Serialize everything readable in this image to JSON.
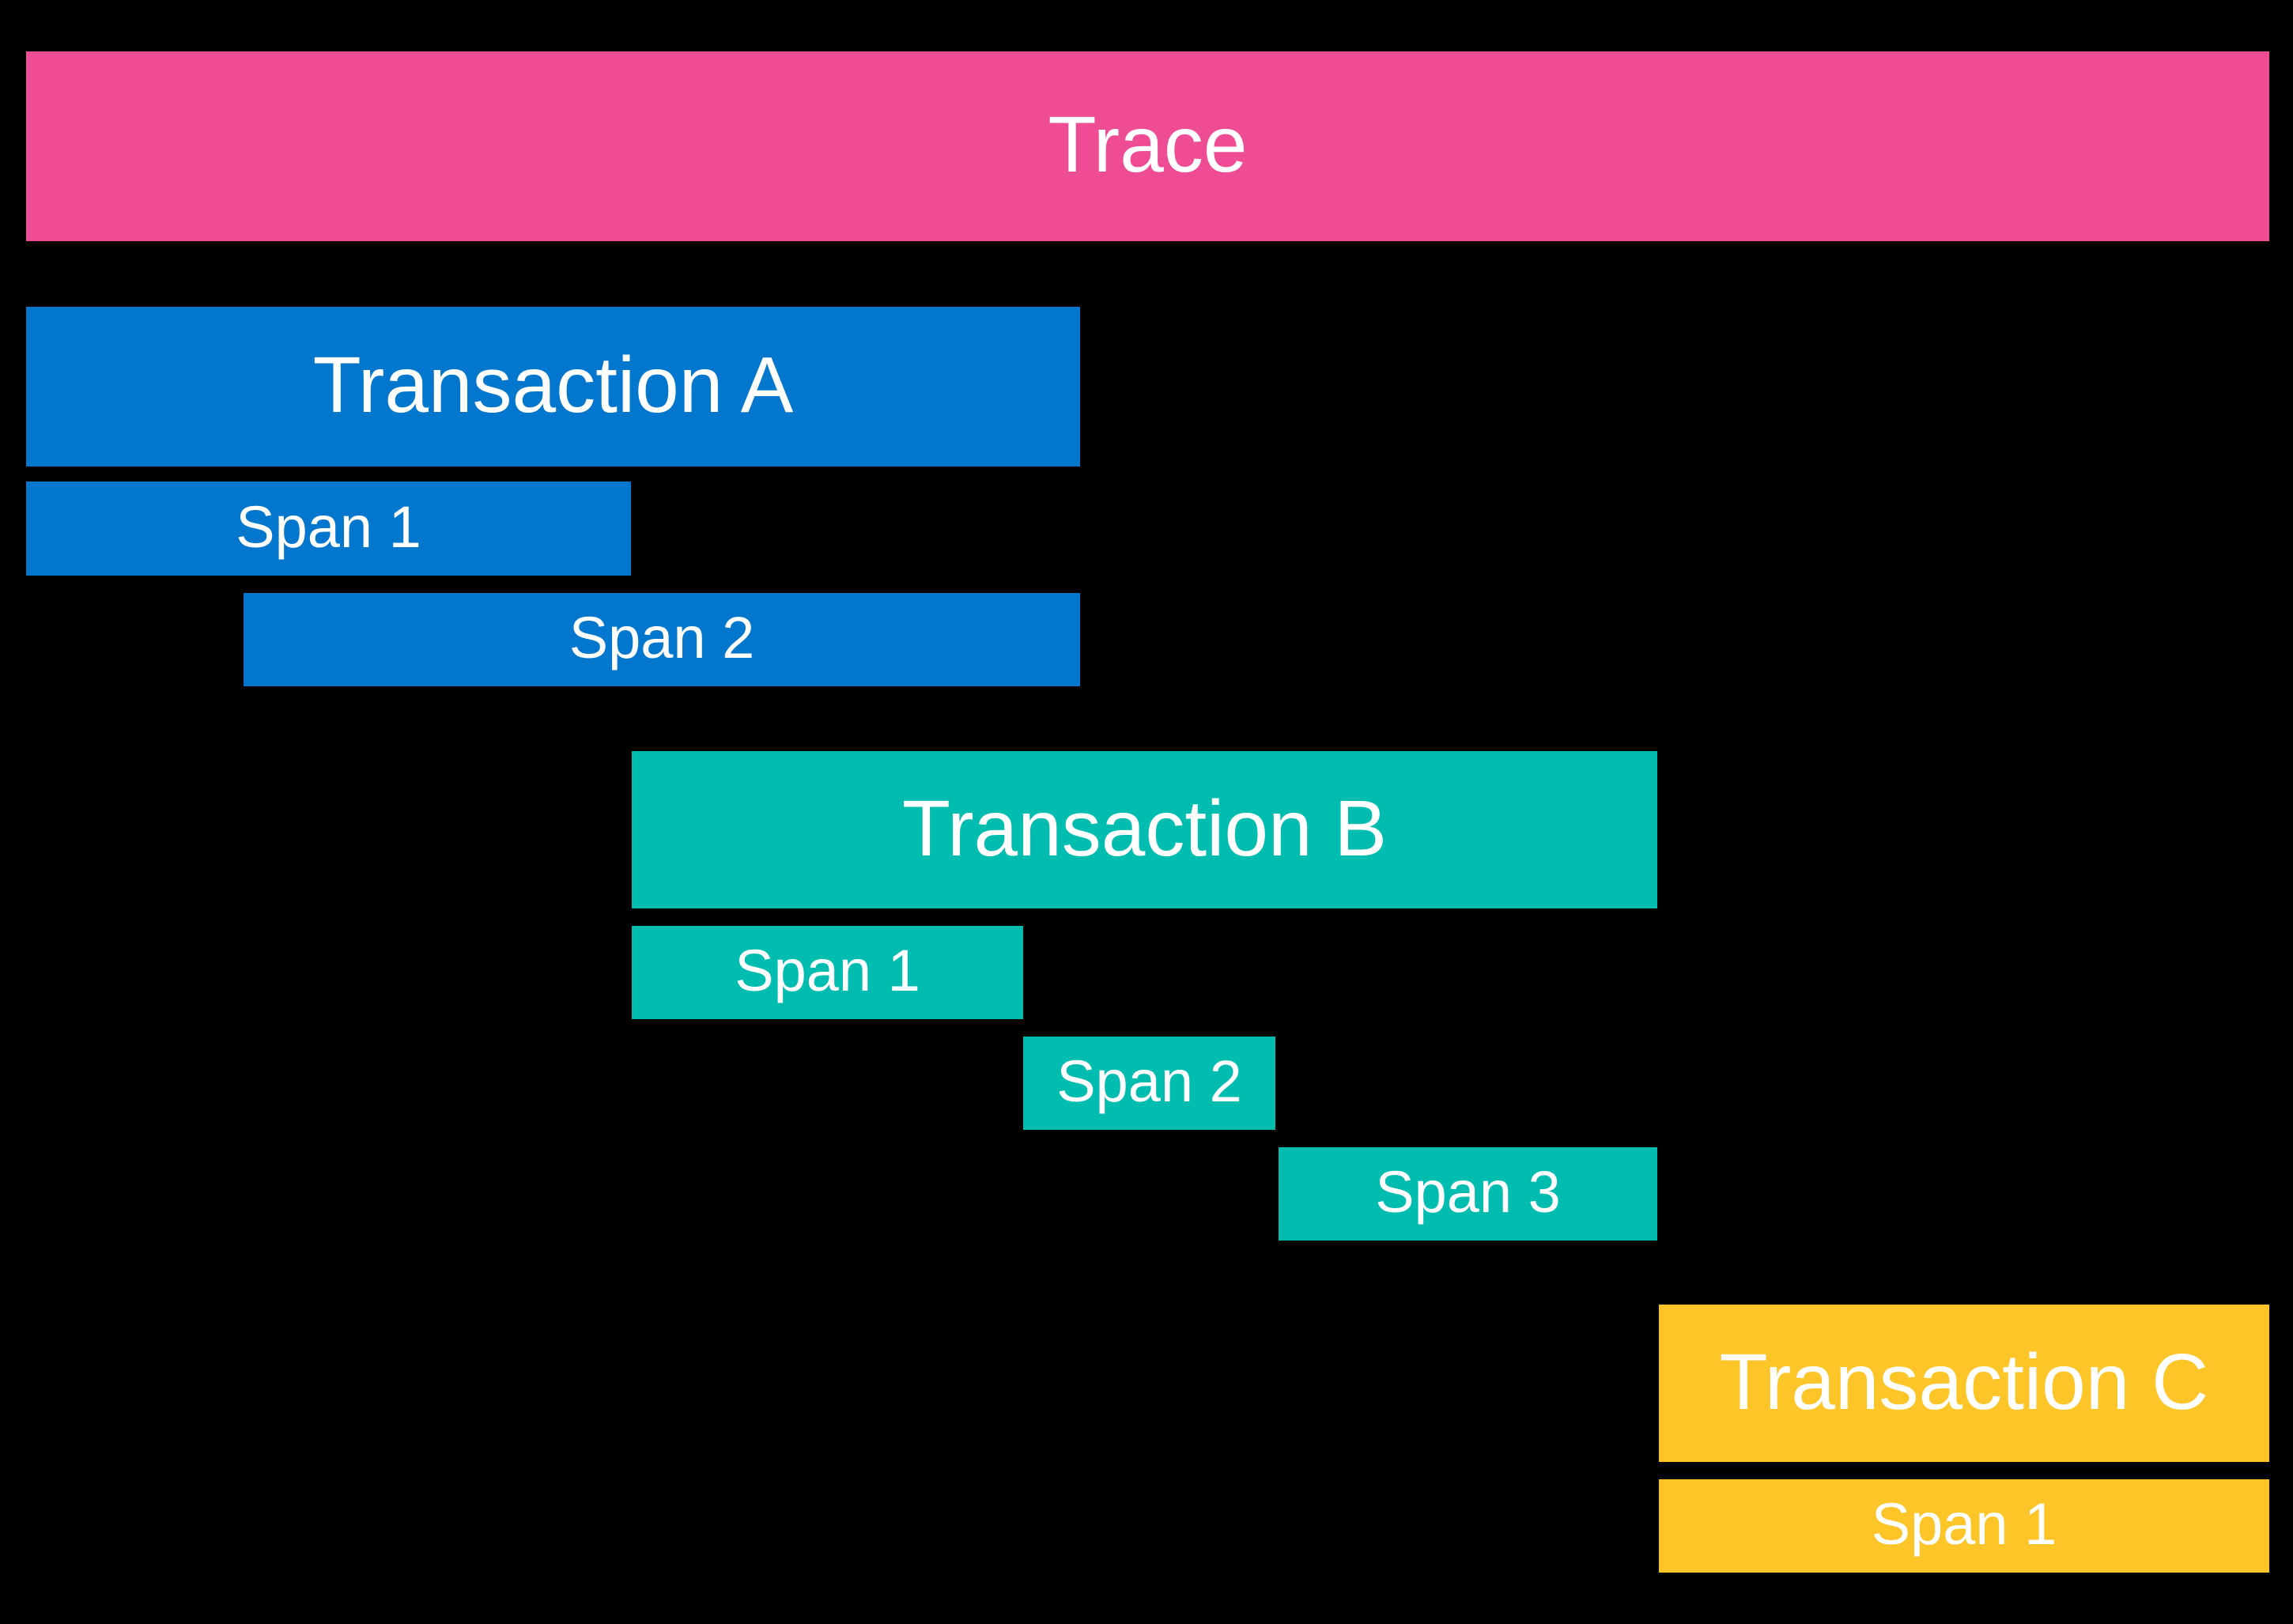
{
  "diagram": {
    "trace": {
      "label": "Trace"
    },
    "transactions": [
      {
        "label": "Transaction A",
        "spans": [
          {
            "label": "Span 1"
          },
          {
            "label": "Span 2"
          }
        ]
      },
      {
        "label": "Transaction B",
        "spans": [
          {
            "label": "Span 1"
          },
          {
            "label": "Span 2"
          },
          {
            "label": "Span 3"
          }
        ]
      },
      {
        "label": "Transaction C",
        "spans": [
          {
            "label": "Span 1"
          }
        ]
      }
    ]
  },
  "colors": {
    "background": "#000000",
    "text": "#ffffff",
    "trace": "#ef4c96",
    "transaction_a": "#0277cd",
    "transaction_b": "#00bdb0",
    "transaction_c": "#fdc527"
  }
}
